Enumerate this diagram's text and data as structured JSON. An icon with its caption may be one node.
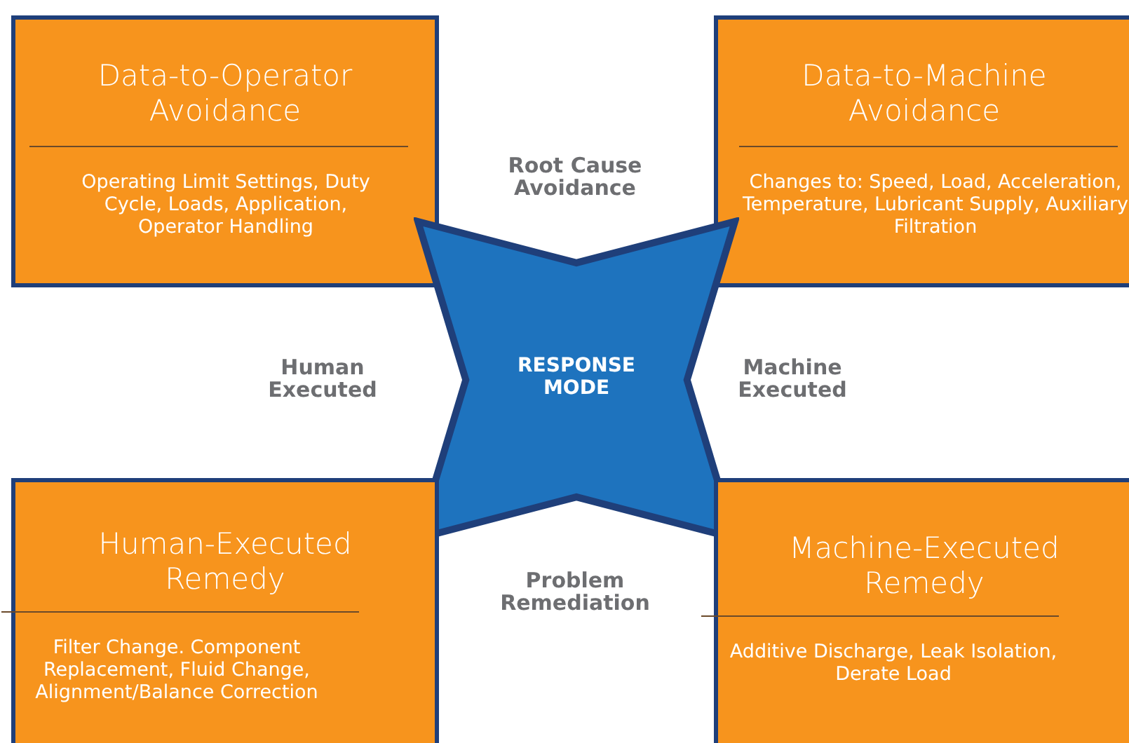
{
  "diagram": {
    "nodes": [
      {
        "text": [
          "Data-to-Operator Avoidance",
          "Operating Limit Settings, Duty Cycle, Loads, Application, Operator Handling"
        ]
      },
      {
        "text": [
          "Data-to-Machine Avoidance",
          "Changes to: Speed, Load, Acceleration, Temperature, Lubricant Supply, Auxiliary Filtration"
        ]
      },
      {
        "text": [
          "RESPONSE MODE"
        ]
      },
      {
        "text": [
          "Human-Executed Remedy",
          "Filter Change. Component Replacement, Fluid Change, Alignment/Balance Correction"
        ]
      },
      {
        "text": [
          "Machine-Executed Remedy",
          "Additive Discharge, Leak Isolation, Derate Load"
        ]
      }
    ],
    "edges": [],
    "labels": [
      "Root Cause Avoidance",
      "Human Executed",
      "Machine Executed",
      "Problem Remediation"
    ]
  }
}
